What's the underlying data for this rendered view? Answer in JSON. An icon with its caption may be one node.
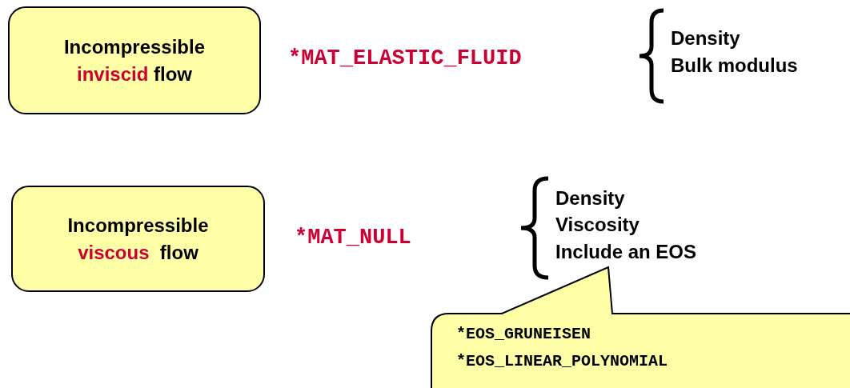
{
  "diagram": {
    "nodes": [
      {
        "text": [
          "Incompressible *inviscid* flow"
        ]
      },
      {
        "text": [
          "Incompressible *viscous*  flow"
        ]
      },
      {
        "text": [
          "*EOS_GRUNEISEN",
          "*EOS_LINEAR_POLYNOMIAL"
        ]
      }
    ],
    "labels": [
      "*MAT_ELASTIC_FLUID",
      "Density",
      "Bulk modulus",
      "*MAT_NULL",
      "Density",
      "Viscosity",
      "Include an EOS"
    ]
  }
}
